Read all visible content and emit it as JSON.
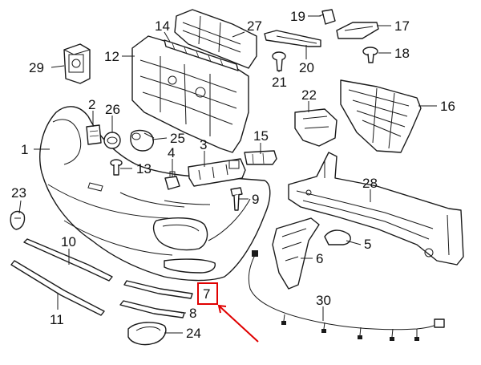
{
  "diagram": {
    "callouts": [
      {
        "id": "1",
        "label": "1"
      },
      {
        "id": "2",
        "label": "2"
      },
      {
        "id": "3",
        "label": "3"
      },
      {
        "id": "4",
        "label": "4"
      },
      {
        "id": "5",
        "label": "5"
      },
      {
        "id": "6",
        "label": "6"
      },
      {
        "id": "7",
        "label": "7"
      },
      {
        "id": "8",
        "label": "8"
      },
      {
        "id": "9",
        "label": "9"
      },
      {
        "id": "10",
        "label": "10"
      },
      {
        "id": "11",
        "label": "11"
      },
      {
        "id": "12",
        "label": "12"
      },
      {
        "id": "13",
        "label": "13"
      },
      {
        "id": "14",
        "label": "14"
      },
      {
        "id": "15",
        "label": "15"
      },
      {
        "id": "16",
        "label": "16"
      },
      {
        "id": "17",
        "label": "17"
      },
      {
        "id": "18",
        "label": "18"
      },
      {
        "id": "19",
        "label": "19"
      },
      {
        "id": "20",
        "label": "20"
      },
      {
        "id": "21",
        "label": "21"
      },
      {
        "id": "22",
        "label": "22"
      },
      {
        "id": "23",
        "label": "23"
      },
      {
        "id": "24",
        "label": "24"
      },
      {
        "id": "25",
        "label": "25"
      },
      {
        "id": "26",
        "label": "26"
      },
      {
        "id": "27",
        "label": "27"
      },
      {
        "id": "28",
        "label": "28"
      },
      {
        "id": "29",
        "label": "29"
      },
      {
        "id": "30",
        "label": "30"
      }
    ],
    "highlighted_callout": "7",
    "highlight_color": "#e00000",
    "line_color": "#1a1a1a"
  }
}
